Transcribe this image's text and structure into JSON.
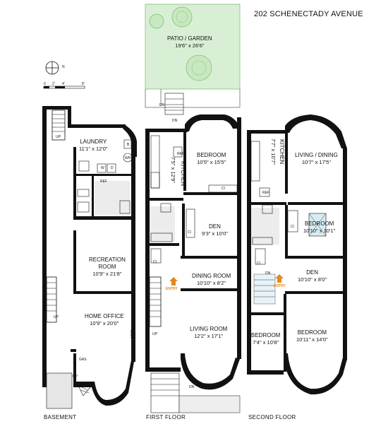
{
  "title": "202 SCHENECTADY AVENUE",
  "compass": {
    "north": "N"
  },
  "scale": [
    "0",
    "2'",
    "4'",
    "8'"
  ],
  "floors": {
    "basement": "BASEMENT",
    "first": "FIRST FLOOR",
    "second": "SECOND FLOOR"
  },
  "rooms": {
    "patio": {
      "name": "PATIO / GARDEN",
      "dim": "19'6\" x 26'6\""
    },
    "laundry": {
      "name": "LAUNDRY",
      "dim": "11'1\" x 12'0\""
    },
    "recreation": {
      "name": "RECREATION",
      "name2": "ROOM",
      "dim": "10'9\" x 21'8\""
    },
    "home_office": {
      "name": "HOME OFFICE",
      "dim": "10'9\" x 20'0\""
    },
    "bedroom_1f": {
      "name": "BEDROOM",
      "dim": "10'5\" x 15'5\""
    },
    "kitchen_1f": {
      "name": "KITCHEN",
      "dim": "7'5\" x 12'9\""
    },
    "den_1f": {
      "name": "DEN",
      "dim": "9'3\" x 10'0\""
    },
    "dining_1f": {
      "name": "DINING ROOM",
      "dim": "10'10\" x 8'2\""
    },
    "living_1f": {
      "name": "LIVING ROOM",
      "dim": "12'2\" x 17'1\""
    },
    "kitchen_2f": {
      "name": "KITCHEN",
      "dim": "7'7\" x 10'7\""
    },
    "living_dining_2f": {
      "name": "LIVING / DINING",
      "dim": "10'7\" x 17'5\""
    },
    "bedroom_2f_mid": {
      "name": "BEDROOM",
      "dim": "10'10\" x 10'1\""
    },
    "den_2f": {
      "name": "DEN",
      "dim": "10'10\" x 8'0\""
    },
    "bedroom_2f_left": {
      "name": "BEDROOM",
      "dim": "7'4\" x 10'8\""
    },
    "bedroom_2f_right": {
      "name": "BEDROOM",
      "dim": "10'11\" x 14'0\""
    }
  },
  "marks": {
    "up": "UP",
    "dn": "DN",
    "cl": "Cl",
    "ref": "REF",
    "gas": "GAS",
    "elec": "ELEC",
    "entry": "ENTRY",
    "dryer": "D",
    "washer": "W",
    "wh": "WH",
    "b": "B"
  },
  "colors": {
    "wall": "#111111",
    "garden": "#d9efd5",
    "garden_line": "#7fbf77",
    "tree": "#c8e8c0",
    "entry": "#e08a1e",
    "bath": "#e0e0e0"
  }
}
